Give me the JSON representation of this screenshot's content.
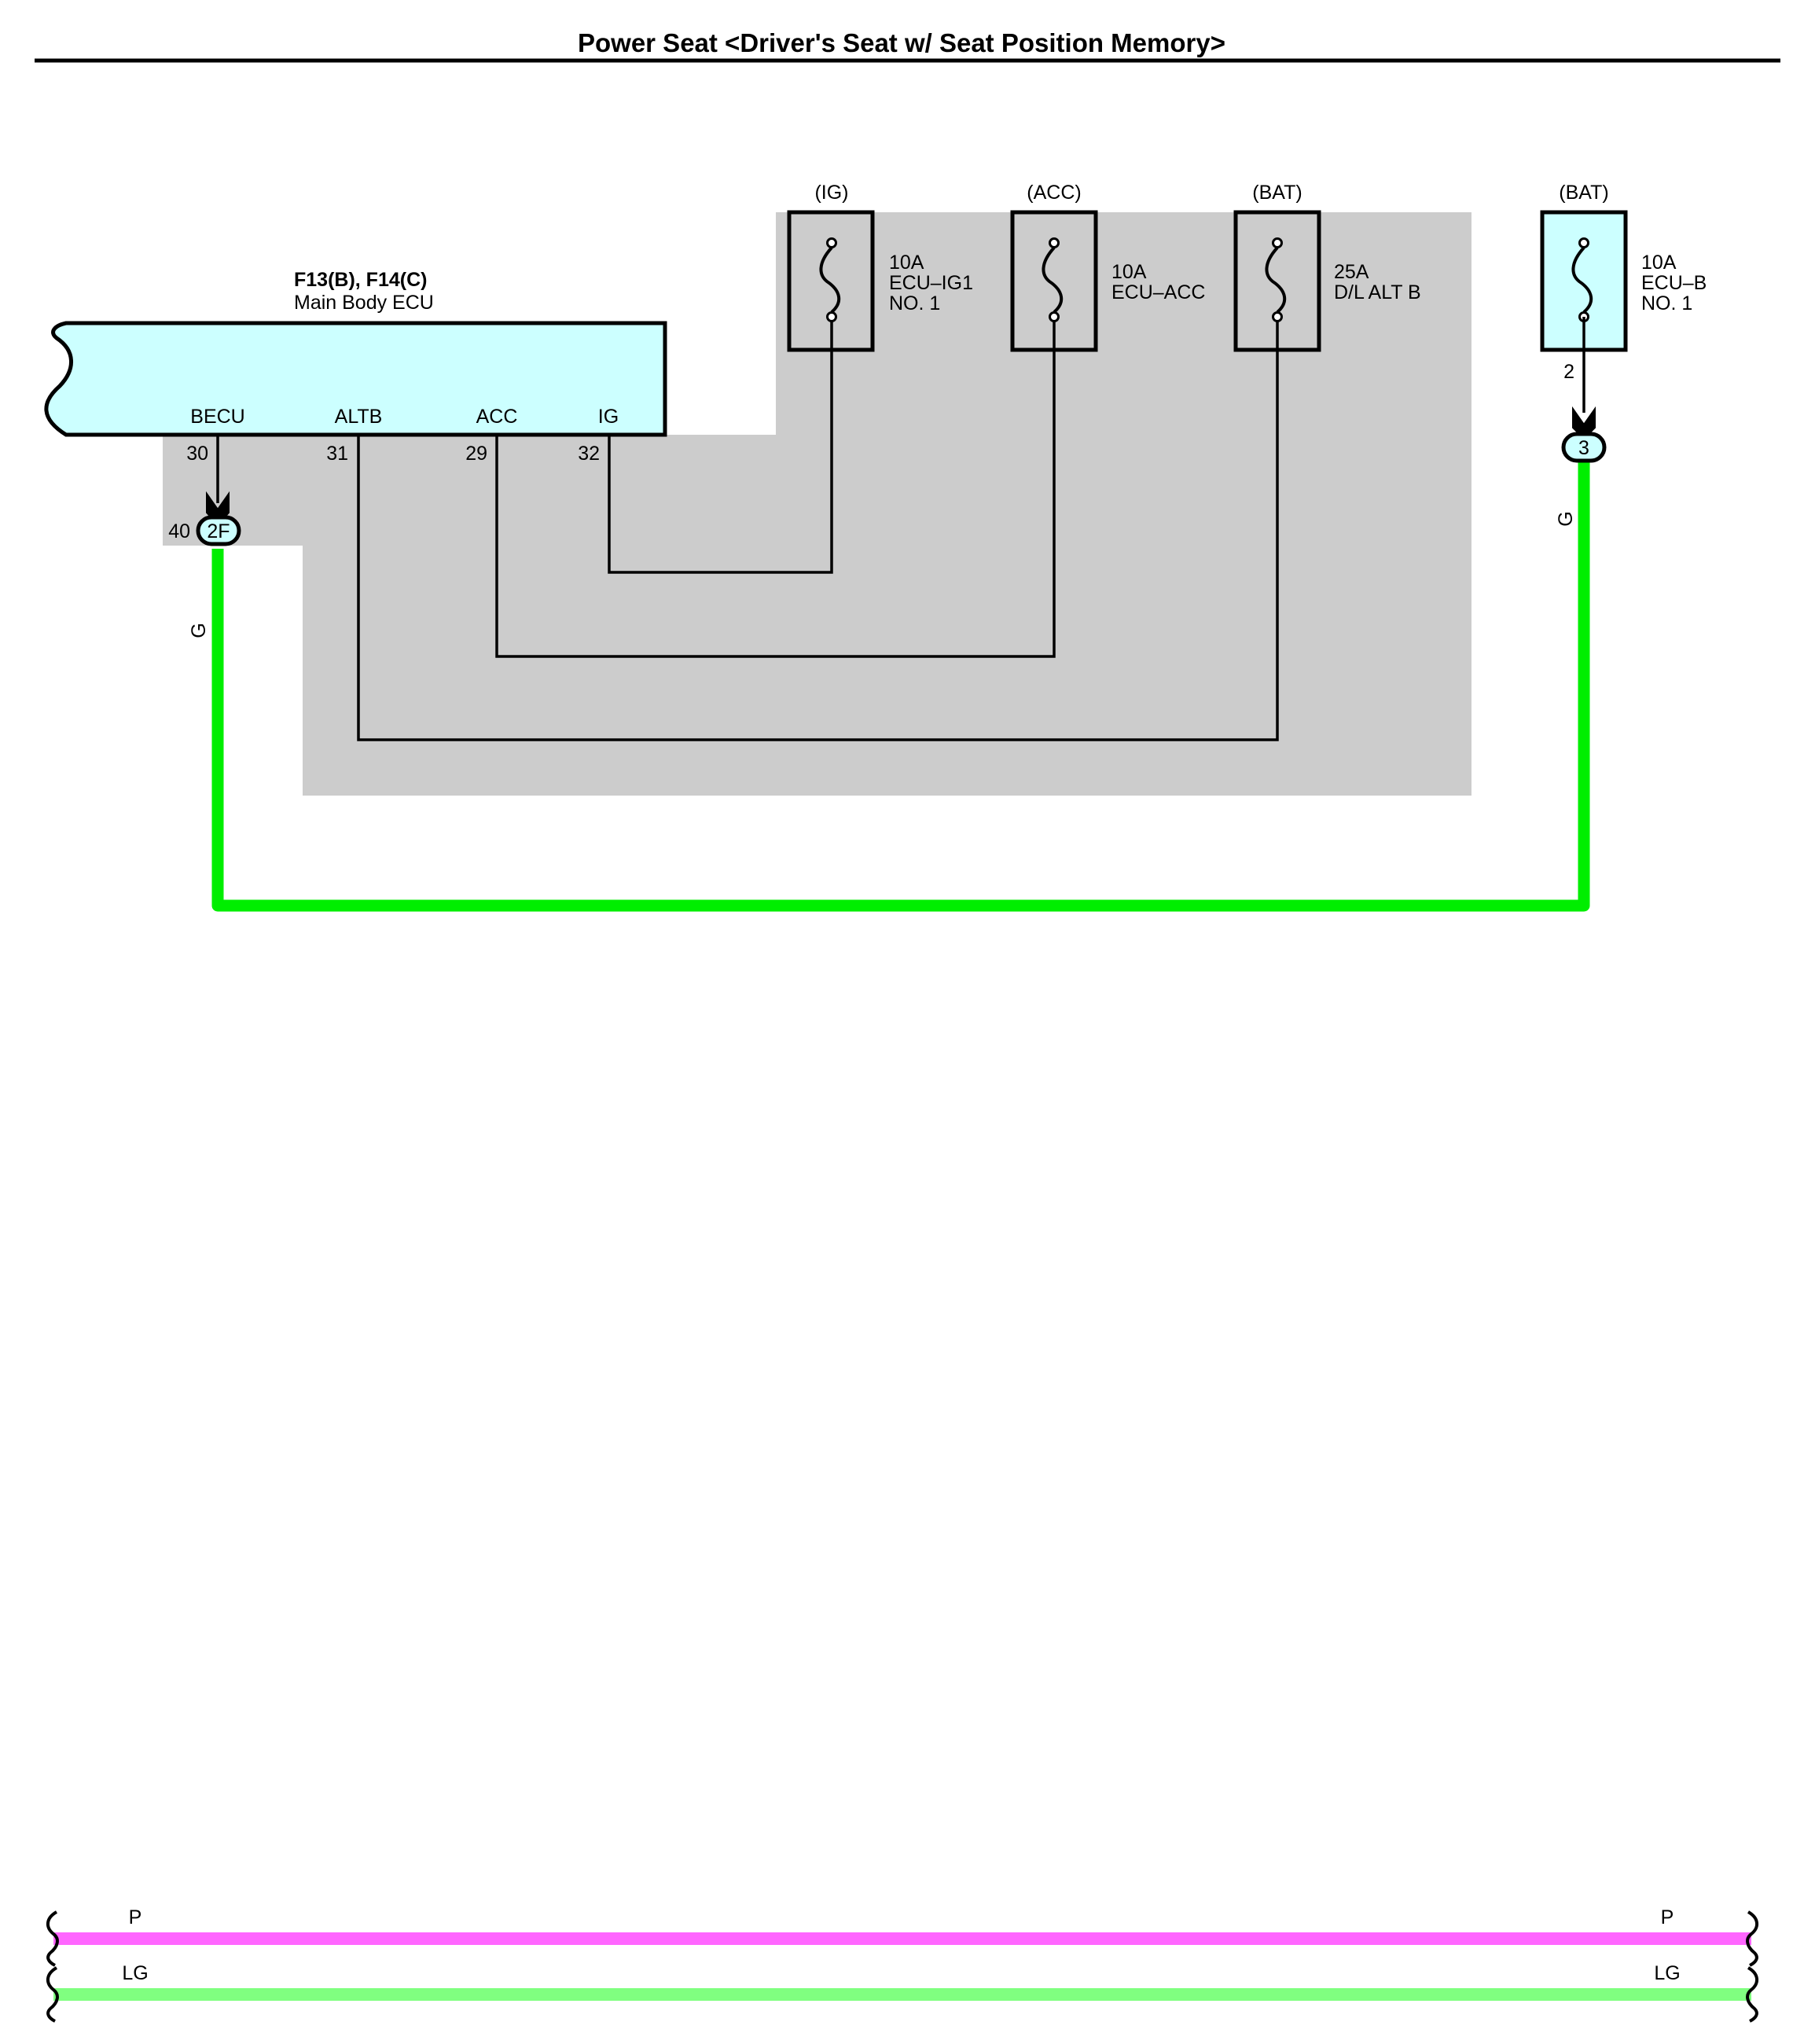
{
  "title": "Power Seat <Driver's Seat w/ Seat Position Memory>",
  "ecu": {
    "connectors": "F13(B), F14(C)",
    "name": "Main Body ECU",
    "terminals": [
      {
        "name": "BECU",
        "pin": "30"
      },
      {
        "name": "ALTB",
        "pin": "31"
      },
      {
        "name": "ACC",
        "pin": "29"
      },
      {
        "name": "IG",
        "pin": "32"
      }
    ]
  },
  "fuses": [
    {
      "source": "(IG)",
      "rating": "10A",
      "name_line1": "ECU–IG1",
      "name_line2": "NO. 1"
    },
    {
      "source": "(ACC)",
      "rating": "10A",
      "name_line1": "ECU–ACC",
      "name_line2": ""
    },
    {
      "source": "(BAT)",
      "rating": "25A",
      "name_line1": "D/L ALT B",
      "name_line2": ""
    },
    {
      "source": "(BAT)",
      "rating": "10A",
      "name_line1": "ECU–B",
      "name_line2": "NO. 1",
      "pin": "2"
    }
  ],
  "junctions": {
    "left": {
      "pin": "40",
      "id": "2F"
    },
    "right": {
      "id": "3"
    }
  },
  "wire_colors": {
    "main_wire": "G",
    "bottom_top": "P",
    "bottom_bottom": "LG"
  },
  "colors": {
    "green_wire": "#00ee00",
    "pink_wire": "#ff66ff",
    "light_green_wire": "#80ff80",
    "ecu_fill": "#ccffff",
    "shaded_area": "#cccccc"
  }
}
